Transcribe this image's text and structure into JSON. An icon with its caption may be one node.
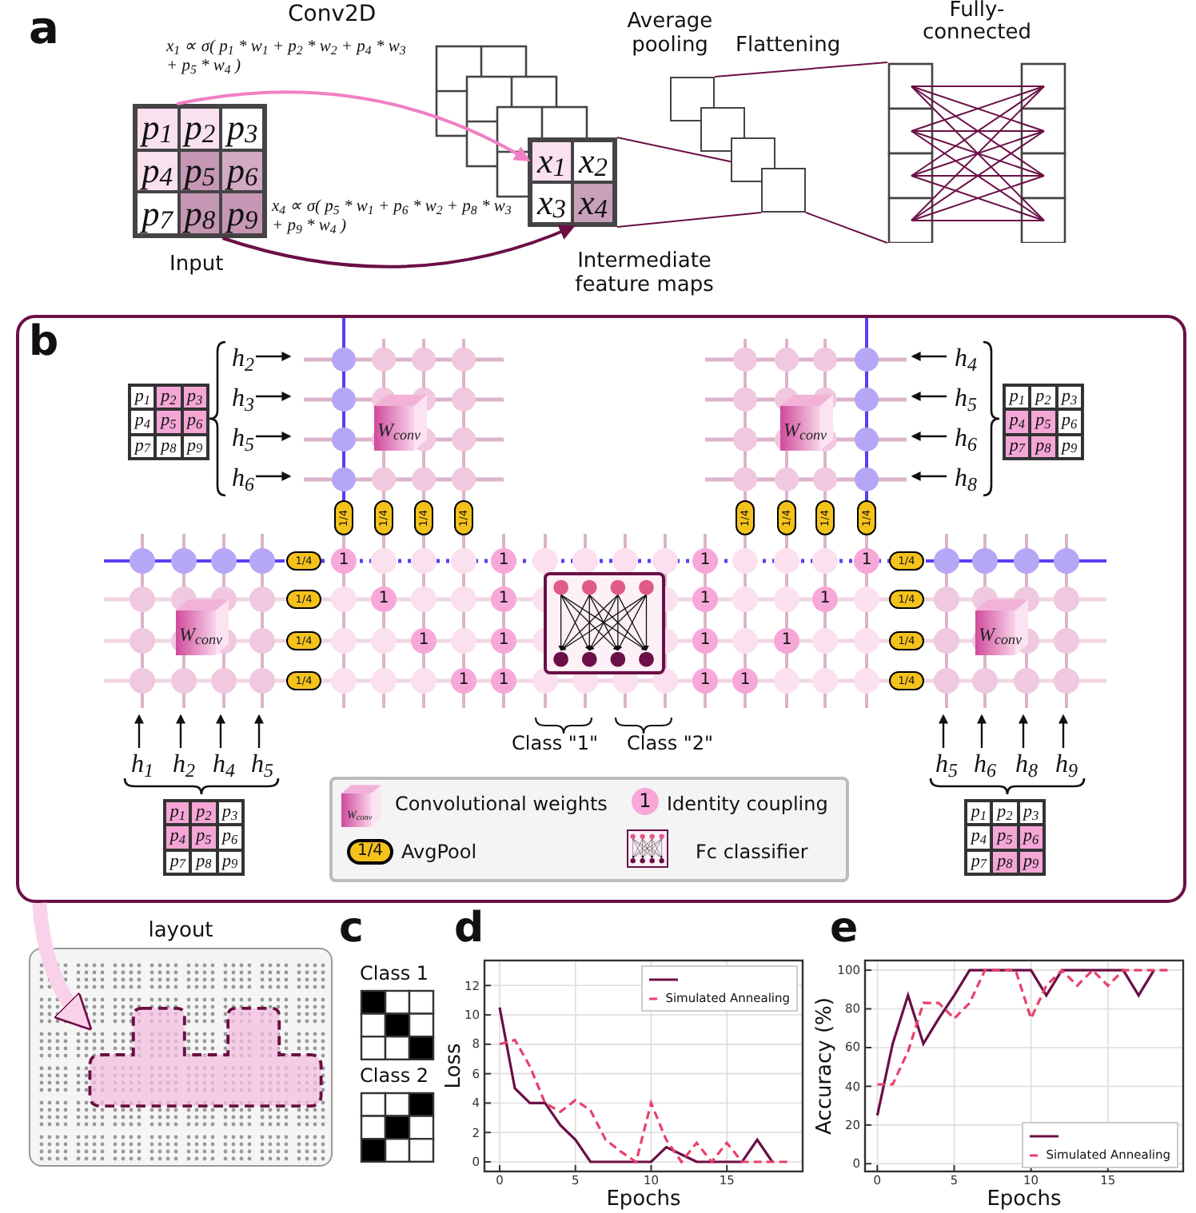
{
  "diagram": {
    "nodes": [
      {
        "text": [
          "p$_{1}$",
          "p$_{2}$",
          "p$_{3}$",
          "p$_{4}$",
          "p$_{5}$",
          "p$_{6}$",
          "p$_{7}$",
          "p$_{8}$",
          "p$_{9}$"
        ]
      },
      {
        "text": [
          "x$_{1}$",
          "x$_{2}$",
          "x$_{3}$",
          "x$_{4}$"
        ]
      },
      {
        "text": [
          "b"
        ]
      },
      {
        "text": [
          "p$_{1}$",
          "p$_{2}$",
          "p$_{3}$",
          "p$_{4}$",
          "p$_{5}$",
          "p$_{6}$",
          "p$_{7}$",
          "p$_{8}$",
          "p$_{9}$"
        ],
        "in": 2
      },
      {
        "text": [
          "p$_{1}$",
          "p$_{2}$",
          "p$_{3}$",
          "p$_{4}$",
          "p$_{5}$",
          "p$_{6}$",
          "p$_{7}$",
          "p$_{8}$",
          "p$_{9}$"
        ],
        "in": 2
      },
      {
        "text": [
          "p$_{1}$",
          "p$_{2}$",
          "p$_{3}$",
          "p$_{4}$",
          "p$_{5}$",
          "p$_{6}$",
          "p$_{7}$",
          "p$_{8}$",
          "p$_{9}$"
        ],
        "in": 2
      },
      {
        "text": [
          "p$_{1}$",
          "p$_{2}$",
          "p$_{3}$",
          "p$_{4}$",
          "p$_{5}$",
          "p$_{6}$",
          "p$_{7}$",
          "p$_{8}$",
          "p$_{9}$"
        ],
        "in": 2
      },
      {
        "text": [
          "W$_{conv}$"
        ],
        "in": 2
      },
      {
        "text": [
          "W$_{conv}$"
        ],
        "in": 2
      },
      {
        "text": [
          "W$_{conv}$"
        ],
        "in": 2
      },
      {
        "text": [
          "W$_{conv}$"
        ],
        "in": 2
      },
      {
        "text": [],
        "shape": "box",
        "in": 2
      },
      {
        "text": [
          "h$_{2}$"
        ],
        "in": 2
      },
      {
        "text": [
          "h$_{3}$"
        ],
        "in": 2
      },
      {
        "text": [
          "h$_{5}$"
        ],
        "in": 2
      },
      {
        "text": [
          "h$_{6}$"
        ],
        "in": 2
      },
      {
        "text": [
          "h$_{4}$"
        ],
        "in": 2
      },
      {
        "text": [
          "h$_{5}$"
        ],
        "in": 2
      },
      {
        "text": [
          "h$_{6}$"
        ],
        "in": 2
      },
      {
        "text": [
          "h$_{8}$"
        ],
        "in": 2
      },
      {
        "text": [
          "h$_{1}$"
        ],
        "in": 2
      },
      {
        "text": [
          "h$_{2}$"
        ],
        "in": 2
      },
      {
        "text": [
          "h$_{4}$"
        ],
        "in": 2
      },
      {
        "text": [
          "h$_{5}$"
        ],
        "in": 2
      },
      {
        "text": [
          "h$_{5}$"
        ],
        "in": 2
      },
      {
        "text": [
          "h$_{6}$"
        ],
        "in": 2
      },
      {
        "text": [
          "h$_{8}$"
        ],
        "in": 2
      },
      {
        "text": [
          "h$_{9}$"
        ],
        "in": 2
      },
      {
        "text": [
          "1/4"
        ],
        "in": 2
      },
      {
        "text": [
          "1/4"
        ],
        "in": 2
      },
      {
        "text": [
          "1/4"
        ],
        "in": 2
      },
      {
        "text": [
          "1/4"
        ],
        "in": 2
      },
      {
        "text": [
          "1/4"
        ],
        "in": 2
      },
      {
        "text": [
          "1/4"
        ],
        "in": 2
      },
      {
        "text": [
          "1/4"
        ],
        "in": 2
      },
      {
        "text": [
          "1/4"
        ],
        "in": 2
      },
      {
        "text": [
          "1/4"
        ],
        "in": 2
      },
      {
        "text": [
          "1/4"
        ],
        "in": 2
      },
      {
        "text": [
          "1/4"
        ],
        "in": 2
      },
      {
        "text": [
          "1/4"
        ],
        "in": 2
      },
      {
        "text": [
          "1/4"
        ],
        "in": 2
      },
      {
        "text": [
          "1/4"
        ],
        "in": 2
      },
      {
        "text": [
          "1/4"
        ],
        "in": 2
      },
      {
        "text": [
          "1/4"
        ],
        "in": 2
      },
      {
        "text": [
          "1"
        ],
        "in": 2
      },
      {
        "text": [
          "1"
        ],
        "in": 2
      },
      {
        "text": [
          "1"
        ],
        "in": 2
      },
      {
        "text": [
          "1"
        ],
        "in": 2
      },
      {
        "text": [
          "1"
        ],
        "in": 2
      },
      {
        "text": [
          "1"
        ],
        "in": 2
      },
      {
        "text": [
          "1"
        ],
        "in": 2
      },
      {
        "text": [
          "1"
        ],
        "in": 2
      },
      {
        "text": [
          "1"
        ],
        "in": 2
      },
      {
        "text": [
          "1"
        ],
        "in": 2
      },
      {
        "text": [
          "1"
        ],
        "in": 2
      },
      {
        "text": [
          "1"
        ],
        "in": 2
      },
      {
        "text": [
          "1"
        ],
        "in": 2
      },
      {
        "text": [
          "1"
        ],
        "in": 2
      },
      {
        "text": [
          "1"
        ],
        "in": 2
      },
      {
        "text": [
          "1"
        ],
        "in": 2
      },
      {
        "text": [
          "layout"
        ]
      },
      {
        "text": [],
        "shape": "box",
        "in": 60
      },
      {
        "text": [],
        "shape": "box"
      },
      {
        "text": [],
        "shape": "box"
      },
      {
        "text": [],
        "shape": "box"
      },
      {
        "text": [],
        "shape": "box"
      },
      {
        "text": [],
        "shape": "box"
      }
    ],
    "edges": [
      {
        "from": 0,
        "to": 1,
        "arrow": "to",
        "label": "x$_{1}$ ∝ σ( p$_{1}$ * w$_{1}$ + p$_{2}$ * w$_{2}$ + p$_{4}$ * w$_{3}$ + p$_{5}$ * w$_{4}$ )",
        "color": "#f07fc4"
      },
      {
        "from": 0,
        "to": 1,
        "arrow": "to",
        "label": "x$_{4}$ ∝ σ( p$_{5}$ * w$_{1}$ + p$_{6}$ * w$_{2}$ + p$_{8}$ * w$_{3}$ + p$_{9}$ * w$_{4}$ )",
        "color": "#6b0f46"
      },
      {
        "from": 12,
        "to": null,
        "arrow": "to"
      },
      {
        "from": 13,
        "to": null,
        "arrow": "to"
      },
      {
        "from": 14,
        "to": null,
        "arrow": "to"
      },
      {
        "from": 15,
        "to": null,
        "arrow": "to"
      },
      {
        "from": 16,
        "to": null,
        "arrow": "to"
      },
      {
        "from": 17,
        "to": null,
        "arrow": "to"
      },
      {
        "from": 18,
        "to": null,
        "arrow": "to"
      },
      {
        "from": 19,
        "to": null,
        "arrow": "to"
      },
      {
        "from": 20,
        "to": null,
        "arrow": "to"
      },
      {
        "from": 21,
        "to": null,
        "arrow": "to"
      },
      {
        "from": 22,
        "to": null,
        "arrow": "to"
      },
      {
        "from": 23,
        "to": null,
        "arrow": "to"
      },
      {
        "from": 24,
        "to": null,
        "arrow": "to"
      },
      {
        "from": 25,
        "to": null,
        "arrow": "to"
      },
      {
        "from": 26,
        "to": null,
        "arrow": "to"
      },
      {
        "from": 27,
        "to": null,
        "arrow": "to"
      },
      {
        "from": 2,
        "to": 61,
        "arrow": "to",
        "style": "thick",
        "color": "#f9d2ea"
      },
      {
        "from": 1,
        "to": 64,
        "arrow": "none",
        "color": "#6b0f46"
      },
      {
        "from": 1,
        "to": 65,
        "arrow": "none",
        "color": "#6b0f46"
      },
      {
        "from": 62,
        "to": 66,
        "arrow": "none",
        "color": "#6b0f46"
      },
      {
        "from": 65,
        "to": 66,
        "arrow": "none",
        "color": "#6b0f46"
      }
    ],
    "labels": [
      "a",
      "Conv2D",
      "Average pooling",
      "Flattening",
      "Fully-connected",
      "Input",
      "Intermediate feature maps",
      "Class \"1\"",
      "Class \"2\"",
      "W$_{conv}$",
      "1",
      "1/4",
      "c",
      "Class 1",
      "Class 2",
      "d",
      "e"
    ],
    "legend": [
      {
        "text": "Convolutional weights"
      },
      {
        "text": "Identity coupling"
      },
      {
        "text": "AvgPool"
      },
      {
        "text": "Fc classifier"
      }
    ],
    "chart_data": [
      {
        "type": "line",
        "xlabel": "Epochs",
        "ylabel": "Loss",
        "x": [
          0,
          1,
          2,
          3,
          4,
          5,
          6,
          7,
          8,
          9,
          10,
          11,
          12,
          13,
          14,
          15,
          16,
          17,
          18,
          19
        ],
        "xlim": [
          -1,
          20
        ],
        "ylim": [
          -0.65,
          13.7
        ],
        "xticks": [
          0,
          5,
          10,
          15
        ],
        "yticks": [
          0,
          2,
          4,
          6,
          8,
          10,
          12
        ],
        "grid": true,
        "series": [
          {
            "color": "#6b0f46",
            "values": [
              10.5,
              5,
              4,
              4,
              2.5,
              1.5,
              0,
              0,
              0,
              0,
              0,
              1,
              0.5,
              0,
              0,
              0,
              0,
              1.5,
              0,
              null
            ]
          },
          {
            "name": "Simulated Annealing",
            "color": "#e8416b",
            "line_style": "dashed",
            "values": [
              8,
              8.3,
              6.5,
              4,
              3.4,
              4.2,
              3.5,
              1.5,
              0.7,
              0,
              4,
              1.5,
              0,
              1.3,
              0,
              1.3,
              0,
              0,
              0,
              0
            ]
          }
        ]
      },
      {
        "type": "line",
        "xlabel": "Epochs",
        "ylabel": "Accuracy (%)",
        "x": [
          0,
          1,
          2,
          3,
          4,
          5,
          6,
          7,
          8,
          9,
          10,
          11,
          12,
          13,
          14,
          15,
          16,
          17,
          18,
          19
        ],
        "xlim": [
          -0.8,
          19.9
        ],
        "ylim": [
          -4,
          105
        ],
        "xticks": [
          0,
          5,
          10,
          15
        ],
        "yticks": [
          0,
          20,
          40,
          60,
          80,
          100
        ],
        "grid": true,
        "series": [
          {
            "color": "#6b0f46",
            "values": [
              25,
              62,
              87,
              62,
              75,
              87,
              100,
              100,
              100,
              100,
              100,
              87,
              100,
              100,
              100,
              100,
              100,
              87,
              100,
              null
            ]
          },
          {
            "name": "Simulated Annealing",
            "color": "#e8416b",
            "line_style": "dashed",
            "values": [
              41,
              41,
              58,
              83,
              83,
              75,
              83,
              100,
              100,
              100,
              75,
              92,
              100,
              92,
              100,
              92,
              100,
              100,
              100,
              100
            ]
          }
        ]
      }
    ]
  }
}
